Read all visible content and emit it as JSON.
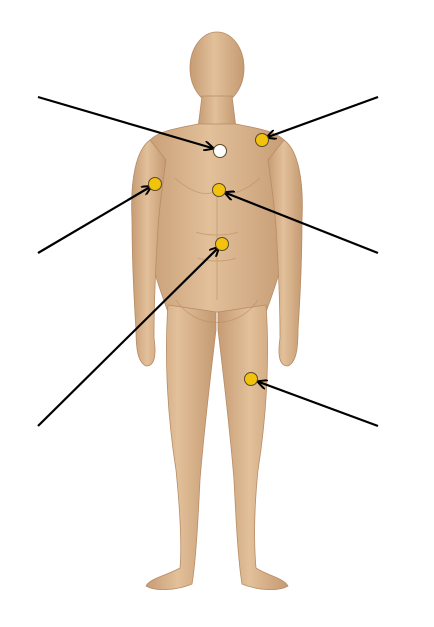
{
  "diagram": {
    "colors": {
      "background": "#ffffff",
      "skin": "#d9b48f",
      "skin_light": "#e6c6a2",
      "skin_shadow": "#b88c66",
      "arrow": "#000000",
      "marker_yellow": "#f2c20c",
      "marker_white": "#ffffff",
      "marker_outline": "#5a4a2a"
    },
    "markers": [
      {
        "id": "sternal-notch",
        "fill": "white"
      },
      {
        "id": "left-shoulder",
        "fill": "yellow"
      },
      {
        "id": "right-shoulder",
        "fill": "yellow"
      },
      {
        "id": "mid-chest",
        "fill": "yellow"
      },
      {
        "id": "upper-abdomen",
        "fill": "yellow"
      },
      {
        "id": "left-thigh",
        "fill": "yellow"
      }
    ],
    "arrows": [
      {
        "id": "arrow-upper-left"
      },
      {
        "id": "arrow-upper-right"
      },
      {
        "id": "arrow-mid-left"
      },
      {
        "id": "arrow-mid-right"
      },
      {
        "id": "arrow-lower-left"
      },
      {
        "id": "arrow-lower-right"
      }
    ]
  }
}
